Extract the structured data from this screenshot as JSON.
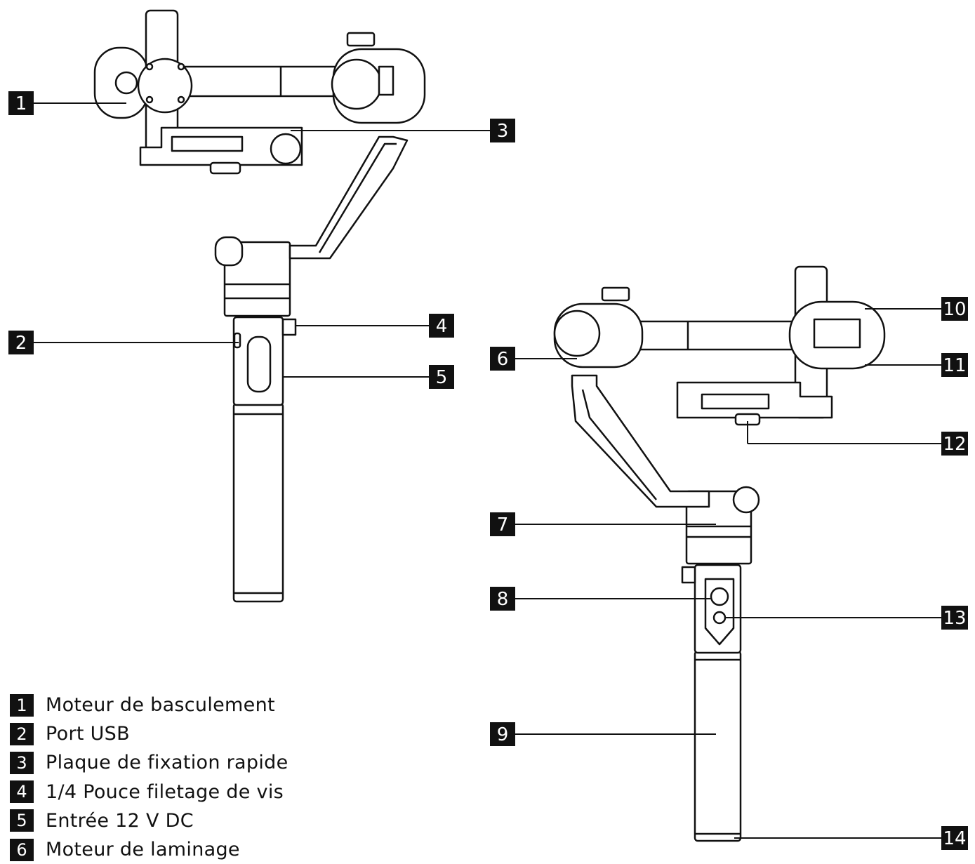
{
  "callouts": [
    {
      "number": "1"
    },
    {
      "number": "2"
    },
    {
      "number": "3"
    },
    {
      "number": "4"
    },
    {
      "number": "5"
    },
    {
      "number": "6"
    },
    {
      "number": "7"
    },
    {
      "number": "8"
    },
    {
      "number": "9"
    },
    {
      "number": "10"
    },
    {
      "number": "11"
    },
    {
      "number": "12"
    },
    {
      "number": "13"
    },
    {
      "number": "14"
    }
  ],
  "legend": [
    {
      "number": "1",
      "label": "Moteur de basculement"
    },
    {
      "number": "2",
      "label": "Port USB"
    },
    {
      "number": "3",
      "label": "Plaque de fixation rapide"
    },
    {
      "number": "4",
      "label": "1/4 Pouce filetage de vis"
    },
    {
      "number": "5",
      "label": "Entrée 12 V DC"
    },
    {
      "number": "6",
      "label": "Moteur de laminage"
    }
  ]
}
